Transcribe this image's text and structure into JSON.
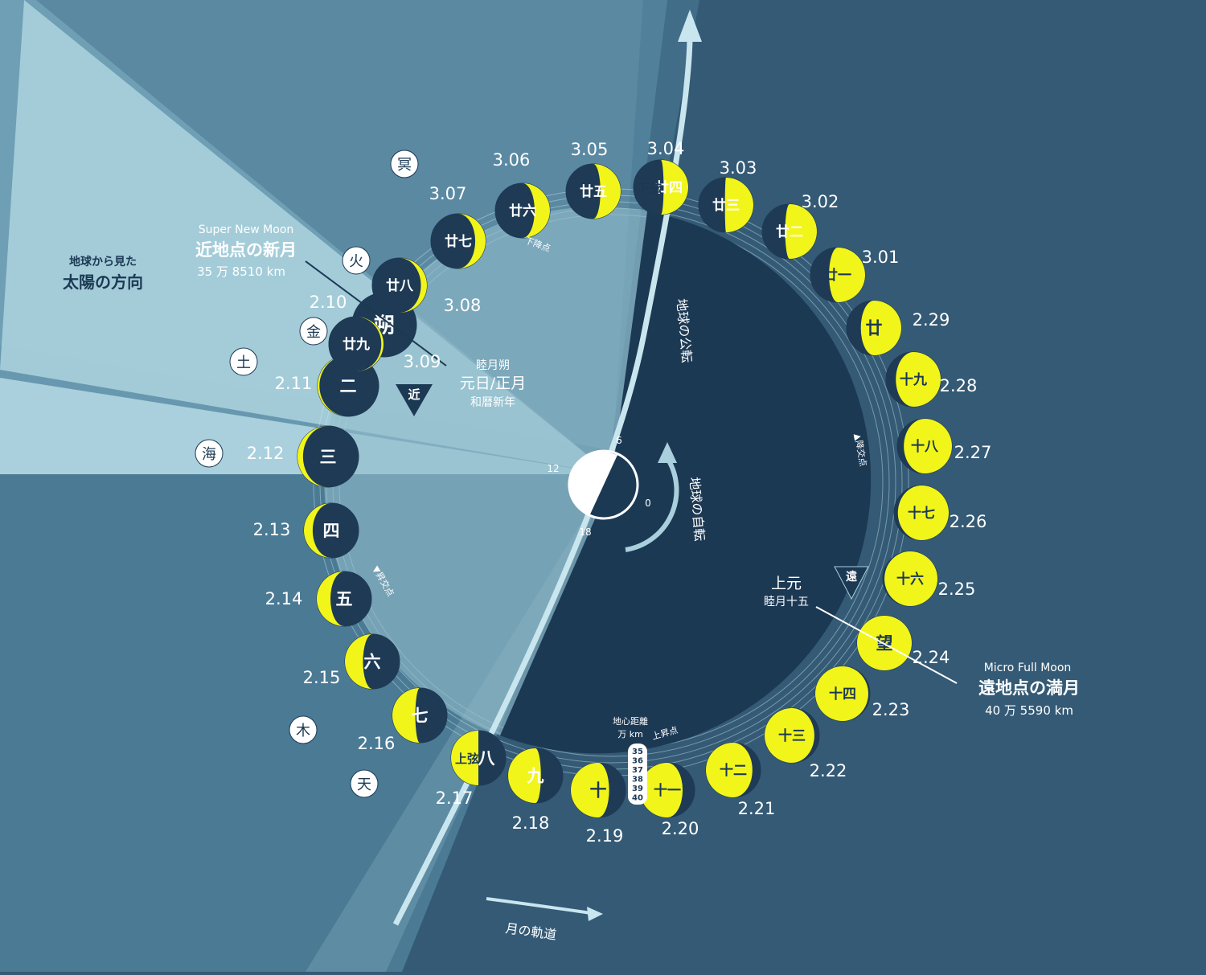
{
  "colors": {
    "background": "#345a75",
    "light_wedge": "#a9d0dc",
    "mid_blue": "#5f8ea6",
    "disc": "#1c3954",
    "moon_yellow": "#f2f51a",
    "moon_dark": "#1e3a55",
    "label": "#ffffff",
    "dark_text": "#1c3954"
  },
  "sun_direction": {
    "line1": "地球から見た",
    "line2": "太陽の方向"
  },
  "super_new_moon": {
    "en": "Super New Moon",
    "title": "近地点の新月",
    "distance": "35 万 8510 km"
  },
  "micro_full_moon": {
    "en": "Micro Full Moon",
    "title": "遠地点の満月",
    "distance": "40 万 5590 km"
  },
  "new_year": {
    "line1": "睦月朔",
    "line2": "元日/正月",
    "line3": "和暦新年"
  },
  "jogen": {
    "line1": "上元",
    "line2": "睦月十五"
  },
  "perigee_marker": "近",
  "apogee_marker": "遠",
  "earth_revolution": "地球の公転",
  "earth_rotation": "地球の自転",
  "moon_orbit": "月の軌道",
  "descending_node": "下降点",
  "ascending_node": "上昇点",
  "descending_node_cross": "▲降交点",
  "ascending_node_cross": "▼昇交点",
  "geo_distance": {
    "line1": "地心距離",
    "line2": "万 km",
    "scale": [
      "35",
      "36",
      "37",
      "38",
      "39",
      "40"
    ]
  },
  "clock_labels": {
    "h6": "6",
    "h12": "12",
    "h18": "18",
    "h0": "0"
  },
  "planets": [
    {
      "name": "冥"
    },
    {
      "name": "火"
    },
    {
      "name": "金"
    },
    {
      "name": "土"
    },
    {
      "name": "海"
    },
    {
      "name": "木"
    },
    {
      "name": "天"
    }
  ],
  "moons": [
    {
      "date": "2.10",
      "label": "朔",
      "illum": 0.0,
      "waxing": true
    },
    {
      "date": "2.11",
      "label": "二",
      "illum": 0.03,
      "waxing": true
    },
    {
      "date": "2.12",
      "label": "三",
      "illum": 0.09,
      "waxing": true
    },
    {
      "date": "2.13",
      "label": "四",
      "illum": 0.16,
      "waxing": true
    },
    {
      "date": "2.14",
      "label": "五",
      "illum": 0.25,
      "waxing": true
    },
    {
      "date": "2.15",
      "label": "六",
      "illum": 0.33,
      "waxing": true
    },
    {
      "date": "2.16",
      "label": "七",
      "illum": 0.42,
      "waxing": true
    },
    {
      "date": "2.17",
      "label": "八",
      "sub": "上弦",
      "illum": 0.5,
      "waxing": true
    },
    {
      "date": "2.18",
      "label": "九",
      "illum": 0.6,
      "waxing": true
    },
    {
      "date": "2.19",
      "label": "十",
      "illum": 0.7,
      "waxing": true
    },
    {
      "date": "2.20",
      "label": "十一",
      "illum": 0.78,
      "waxing": true
    },
    {
      "date": "2.21",
      "label": "十二",
      "illum": 0.85,
      "waxing": true
    },
    {
      "date": "2.22",
      "label": "十三",
      "illum": 0.91,
      "waxing": true
    },
    {
      "date": "2.23",
      "label": "十四",
      "illum": 0.97,
      "waxing": true
    },
    {
      "date": "2.24",
      "label": "望",
      "illum": 1.0,
      "waxing": true
    },
    {
      "date": "2.25",
      "label": "十六",
      "illum": 0.97,
      "waxing": false
    },
    {
      "date": "2.26",
      "label": "十七",
      "illum": 0.93,
      "waxing": false
    },
    {
      "date": "2.27",
      "label": "十八",
      "illum": 0.88,
      "waxing": false
    },
    {
      "date": "2.28",
      "label": "十九",
      "illum": 0.82,
      "waxing": false
    },
    {
      "date": "2.29",
      "label": "廿",
      "illum": 0.74,
      "waxing": false
    },
    {
      "date": "3.01",
      "label": "廿一",
      "illum": 0.66,
      "waxing": false
    },
    {
      "date": "3.02",
      "label": "廿二",
      "illum": 0.58,
      "waxing": false
    },
    {
      "date": "3.03",
      "label": "廿三",
      "illum": 0.52,
      "waxing": false
    },
    {
      "date": "3.04",
      "label": "廿四",
      "sub": "下弦",
      "illum": 0.45,
      "waxing": false
    },
    {
      "date": "3.05",
      "label": "廿五",
      "illum": 0.37,
      "waxing": false
    },
    {
      "date": "3.06",
      "label": "廿六",
      "illum": 0.28,
      "waxing": false
    },
    {
      "date": "3.07",
      "label": "廿七",
      "illum": 0.19,
      "waxing": false
    },
    {
      "date": "3.08",
      "label": "廿八",
      "illum": 0.11,
      "waxing": false
    },
    {
      "date": "3.09",
      "label": "廿九",
      "illum": 0.04,
      "waxing": false
    }
  ]
}
